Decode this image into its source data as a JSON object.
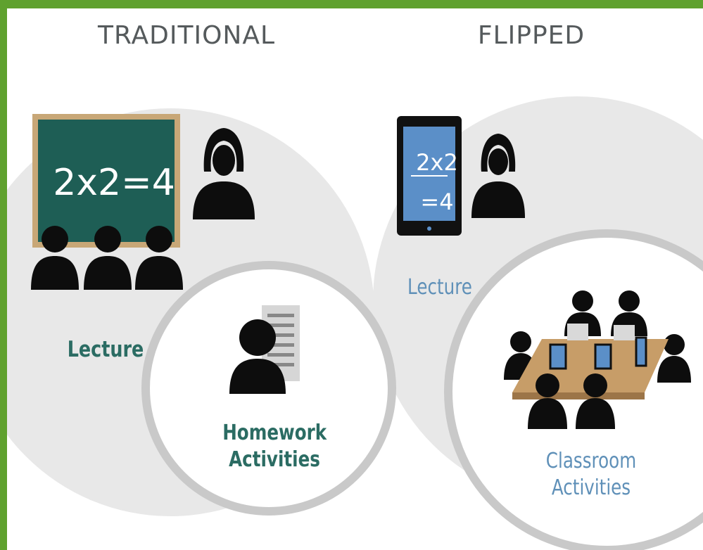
{
  "traditional": {
    "heading": "TRADITIONAL",
    "board_equation": "2x2=4",
    "lecture_label": "Lecture",
    "homework_label_line1": "Homework",
    "homework_label_line2": "Activities"
  },
  "flipped": {
    "heading": "FLIPPED",
    "tablet_line1": "2x2",
    "tablet_line2": "=4",
    "lecture_label": "Lecture",
    "classroom_label_line1": "Classroom",
    "classroom_label_line2": "Activities"
  },
  "colors": {
    "frame_green": "#5fa12e",
    "circle_fill": "#e8e8e8",
    "ring_stroke": "#c9c9c9",
    "chalkboard": "#1e5e55",
    "board_frame": "#c8a777",
    "tablet_screen": "#5b8fc8",
    "table_wood": "#c79d68",
    "teal_text": "#2b6c63",
    "blue_text": "#5f90b8",
    "heading_text": "#555a5c"
  }
}
